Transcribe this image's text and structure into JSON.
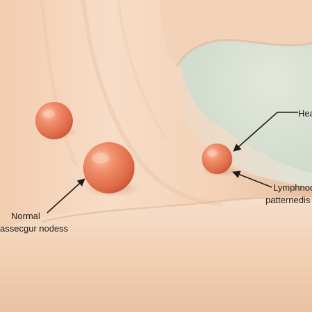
{
  "labels": {
    "left_line1": "Normal",
    "left_line2": "assecgur nodess",
    "right_top": "Hea",
    "right_line1": "Lymphnod",
    "right_line2": "patternedis s"
  },
  "colors": {
    "background_left": "#f3d6bd",
    "background_right": "#d8e1d6",
    "skin_light": "#f6dcc6",
    "skin_mid": "#eecaaa",
    "skin_shadow": "#d9a885",
    "node_fill": "#ea7a57",
    "node_highlight": "#f8b297",
    "node_shadow": "#c45236",
    "text": "#1e1a18",
    "arrow": "#1e1a18"
  }
}
